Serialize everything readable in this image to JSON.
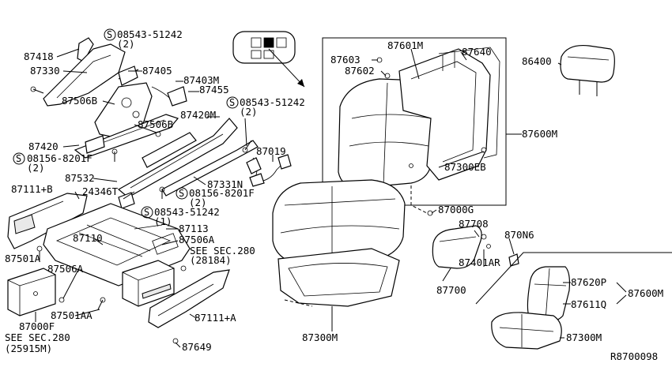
{
  "labels": {
    "p87418": "87418",
    "p87330": "87330",
    "s08543_top": "08543-51242",
    "s08543_top_qty": "(2)",
    "p87405": "87405",
    "p87403m": "87403M",
    "p87455": "87455",
    "p87506b_1": "87506B",
    "p87420m": "87420M",
    "p87506b_2": "87506B",
    "s08543_mid": "08543-51242",
    "s08543_mid_qty": "(2)",
    "p87420": "87420",
    "s08156_left": "08156-8201F",
    "s08156_left_qty": "(2)",
    "p87019": "87019",
    "p87532": "87532",
    "p87331n": "87331N",
    "p24346t": "24346T",
    "s08156_mid": "08156-8201F",
    "s08156_mid_qty": "(2)",
    "p87111b": "87111+B",
    "s08543_low": "08543-51242",
    "s08543_low_qty": "(1)",
    "p87110": "87110",
    "p87113": "87113",
    "p87506a_1": "87506A",
    "see_sec_280_a": "SEE SEC.280",
    "see_sec_280_a_ref": "(28184)",
    "p87501a": "87501A",
    "p87506a_2": "87506A",
    "p87501aa": "87501AA",
    "p87000f": "87000F",
    "see_sec_280_b": "SEE SEC.280",
    "see_sec_280_b_ref": "(25915M)",
    "p87111a": "87111+A",
    "p87649": "87649",
    "p87601m": "87601M",
    "p87640": "87640",
    "p87603": "87603",
    "p87602": "87602",
    "p87600m": "87600M",
    "p87300eb": "87300EB",
    "p86400": "86400",
    "p87000g": "87000G",
    "p87708": "87708",
    "p870n6": "870N6",
    "p87401ar": "87401AR",
    "p87700": "87700",
    "p87300m": "87300M",
    "p87620p": "87620P",
    "p87611q": "87611Q",
    "p87600m_b": "87600M",
    "p87300m_b": "87300M",
    "diagram_code": "R8700098"
  },
  "icons": {
    "screw_symbol": "S"
  }
}
